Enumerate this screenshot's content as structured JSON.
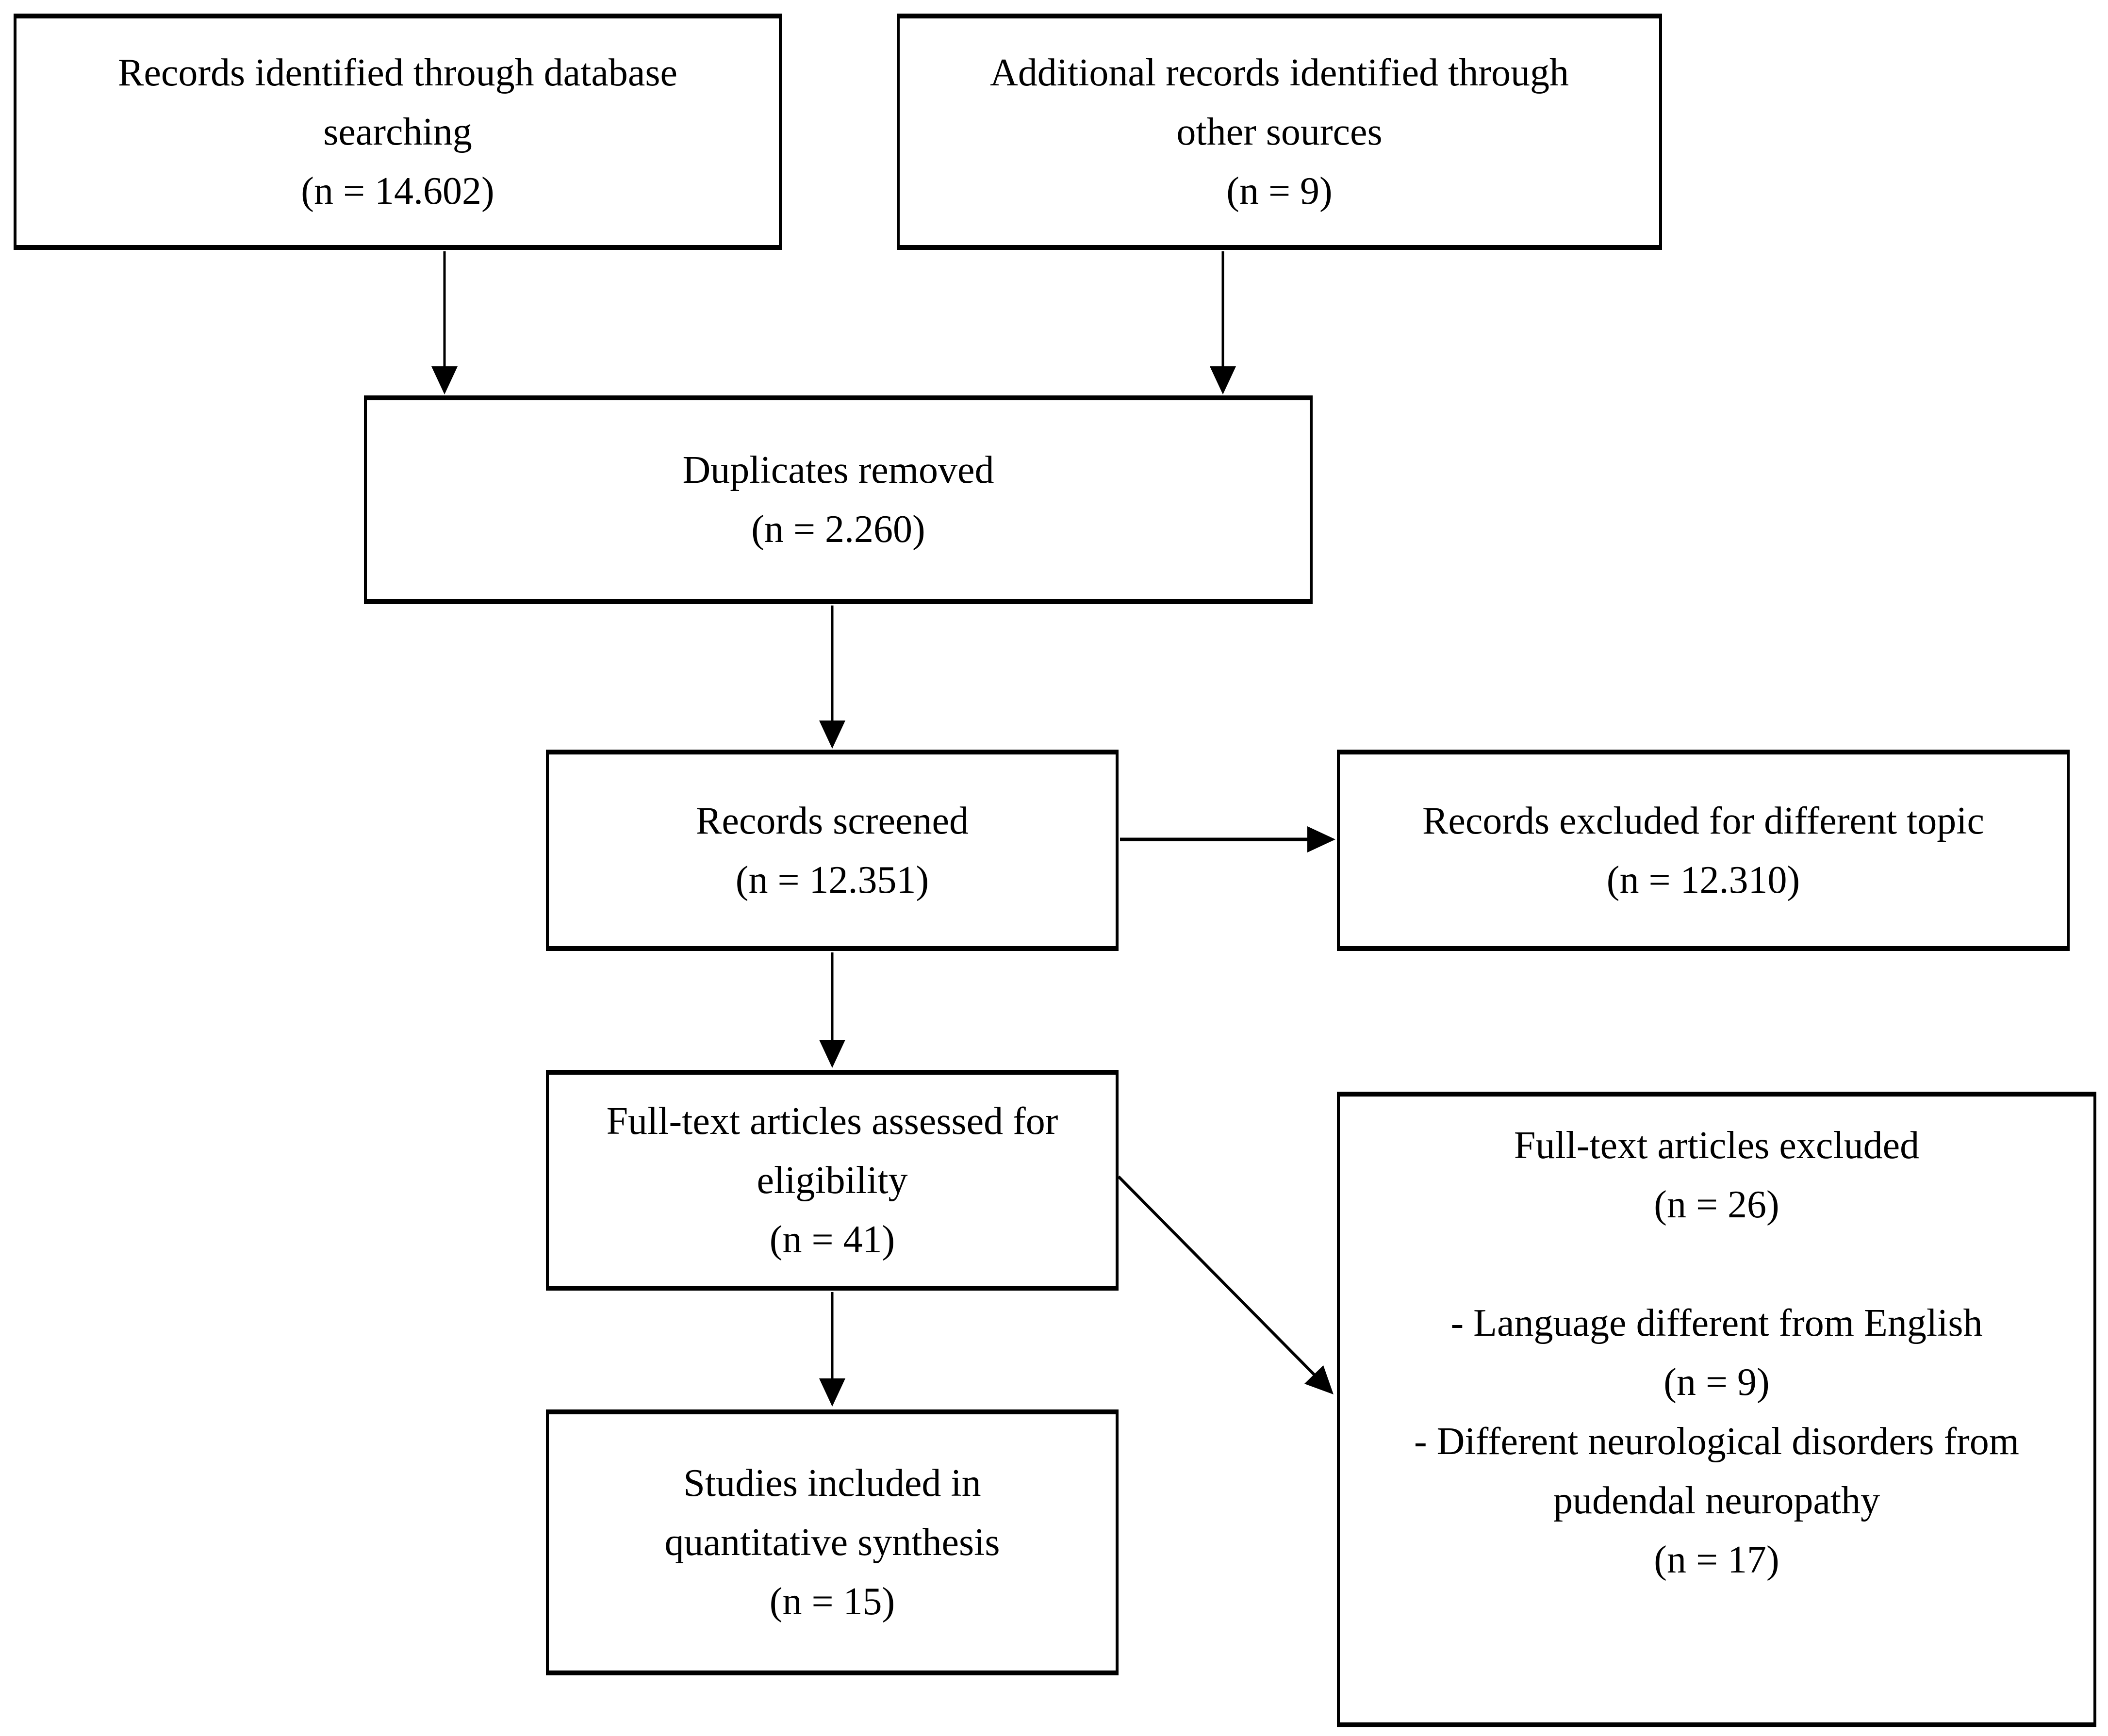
{
  "figure": {
    "type": "prisma-flow-diagram",
    "background_color": "#ffffff",
    "line_color": "#000000",
    "text_color": "#000000"
  },
  "boxes": {
    "records_identified": {
      "lines": [
        "Records identified through database",
        "searching",
        "(n = 14.602)"
      ]
    },
    "additional_records": {
      "lines": [
        "Additional records identified through",
        "other sources",
        "(n = 9)"
      ]
    },
    "duplicates_removed": {
      "lines": [
        "Duplicates removed",
        "(n = 2.260)"
      ]
    },
    "records_screened": {
      "lines": [
        "Records screened",
        "(n = 12.351)"
      ]
    },
    "records_excluded": {
      "lines": [
        "Records excluded for different topic",
        "(n = 12.310)"
      ]
    },
    "fulltext_assessed": {
      "lines": [
        "Full-text articles assessed for",
        "eligibility",
        "(n = 41)"
      ]
    },
    "fulltext_excluded": {
      "lines": [
        "Full-text articles excluded",
        "(n = 26)",
        "- Language different from English",
        "(n = 9)",
        "- Different neurological disorders from",
        "pudendal neuropathy",
        "(n = 17)"
      ]
    },
    "studies_included": {
      "lines": [
        "Studies included in",
        "quantitative synthesis",
        "(n = 15)"
      ]
    }
  }
}
